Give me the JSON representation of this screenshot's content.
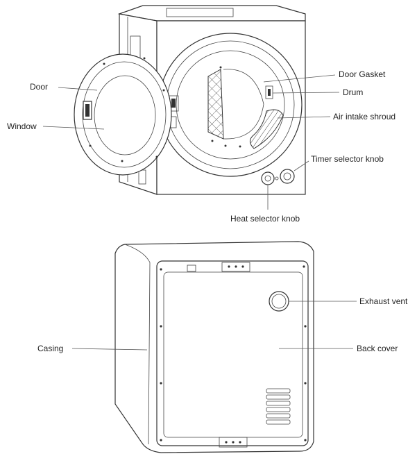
{
  "front_view": {
    "labels": {
      "door": "Door",
      "window": "Window",
      "door_gasket": "Door Gasket",
      "drum": "Drum",
      "air_intake_shroud": "Air intake shroud",
      "timer_selector_knob": "Timer selector knob",
      "heat_selector_knob": "Heat selector knob"
    }
  },
  "back_view": {
    "labels": {
      "exhaust_vent": "Exhaust vent",
      "casing": "Casing",
      "back_cover": "Back cover"
    }
  }
}
